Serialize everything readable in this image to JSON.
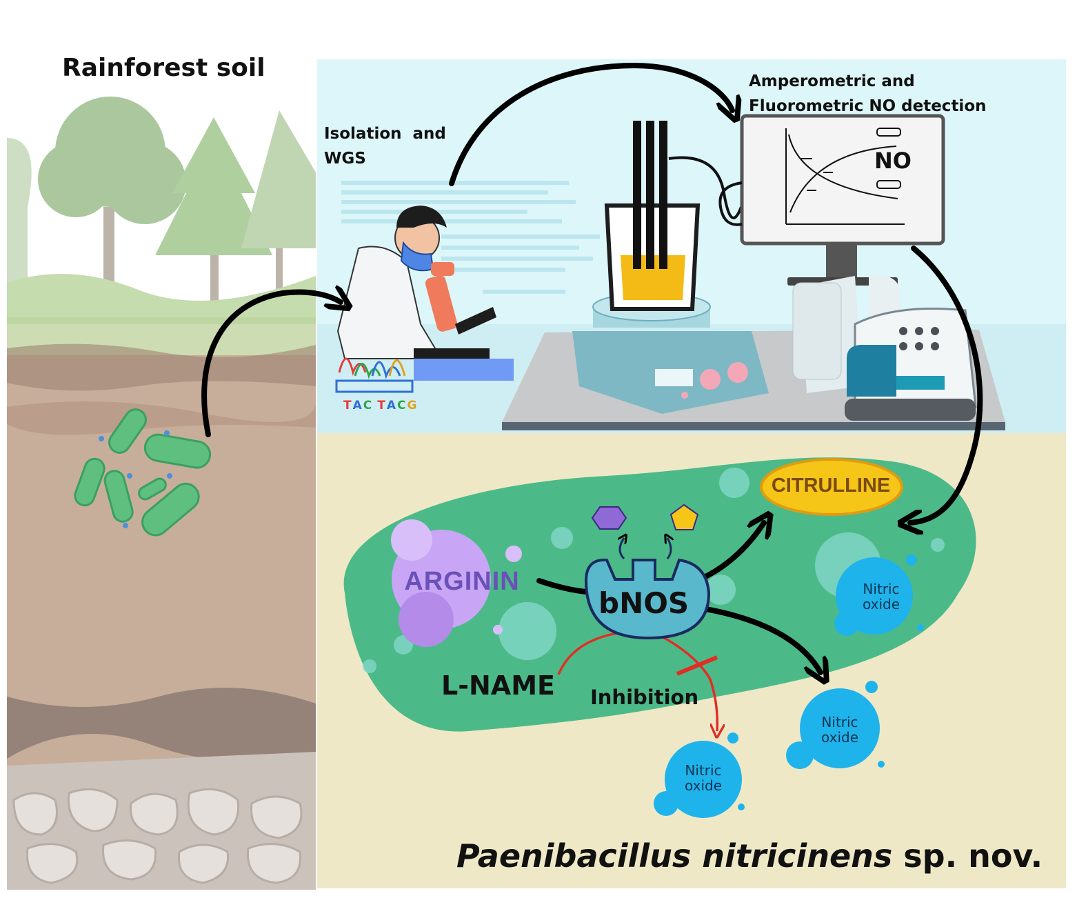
{
  "labels": {
    "soil": "Rainforest soil",
    "isolation_line1": "Isolation  and",
    "isolation_line2": "WGS",
    "detection_line1": "Amperometric and",
    "detection_line2": "Fluorometric NO detection",
    "no_graph": "NO",
    "arginin": "ARGININ",
    "citrulline": "CITRULLINE",
    "bnos": "bNOS",
    "lname": "L-NAME",
    "inhibition": "Inhibition",
    "nitric_line1": "Nitric",
    "nitric_line2": "oxide",
    "dna_sequence": "TACTACG",
    "species_italic": "Paenibacillus nitricinens",
    "species_suffix": " sp. nov."
  },
  "colors": {
    "lab_background": "#dcf6fa",
    "cell_body": "#4cba88",
    "cell_panel": "#efe8c6",
    "arginin": "#c8a6f5",
    "citrulline": "#f5c518",
    "enzyme": "#5ab8cc",
    "nitric_oxide": "#1fb3ec",
    "inhibition_red": "#e12e25",
    "arrows": "#000000"
  }
}
